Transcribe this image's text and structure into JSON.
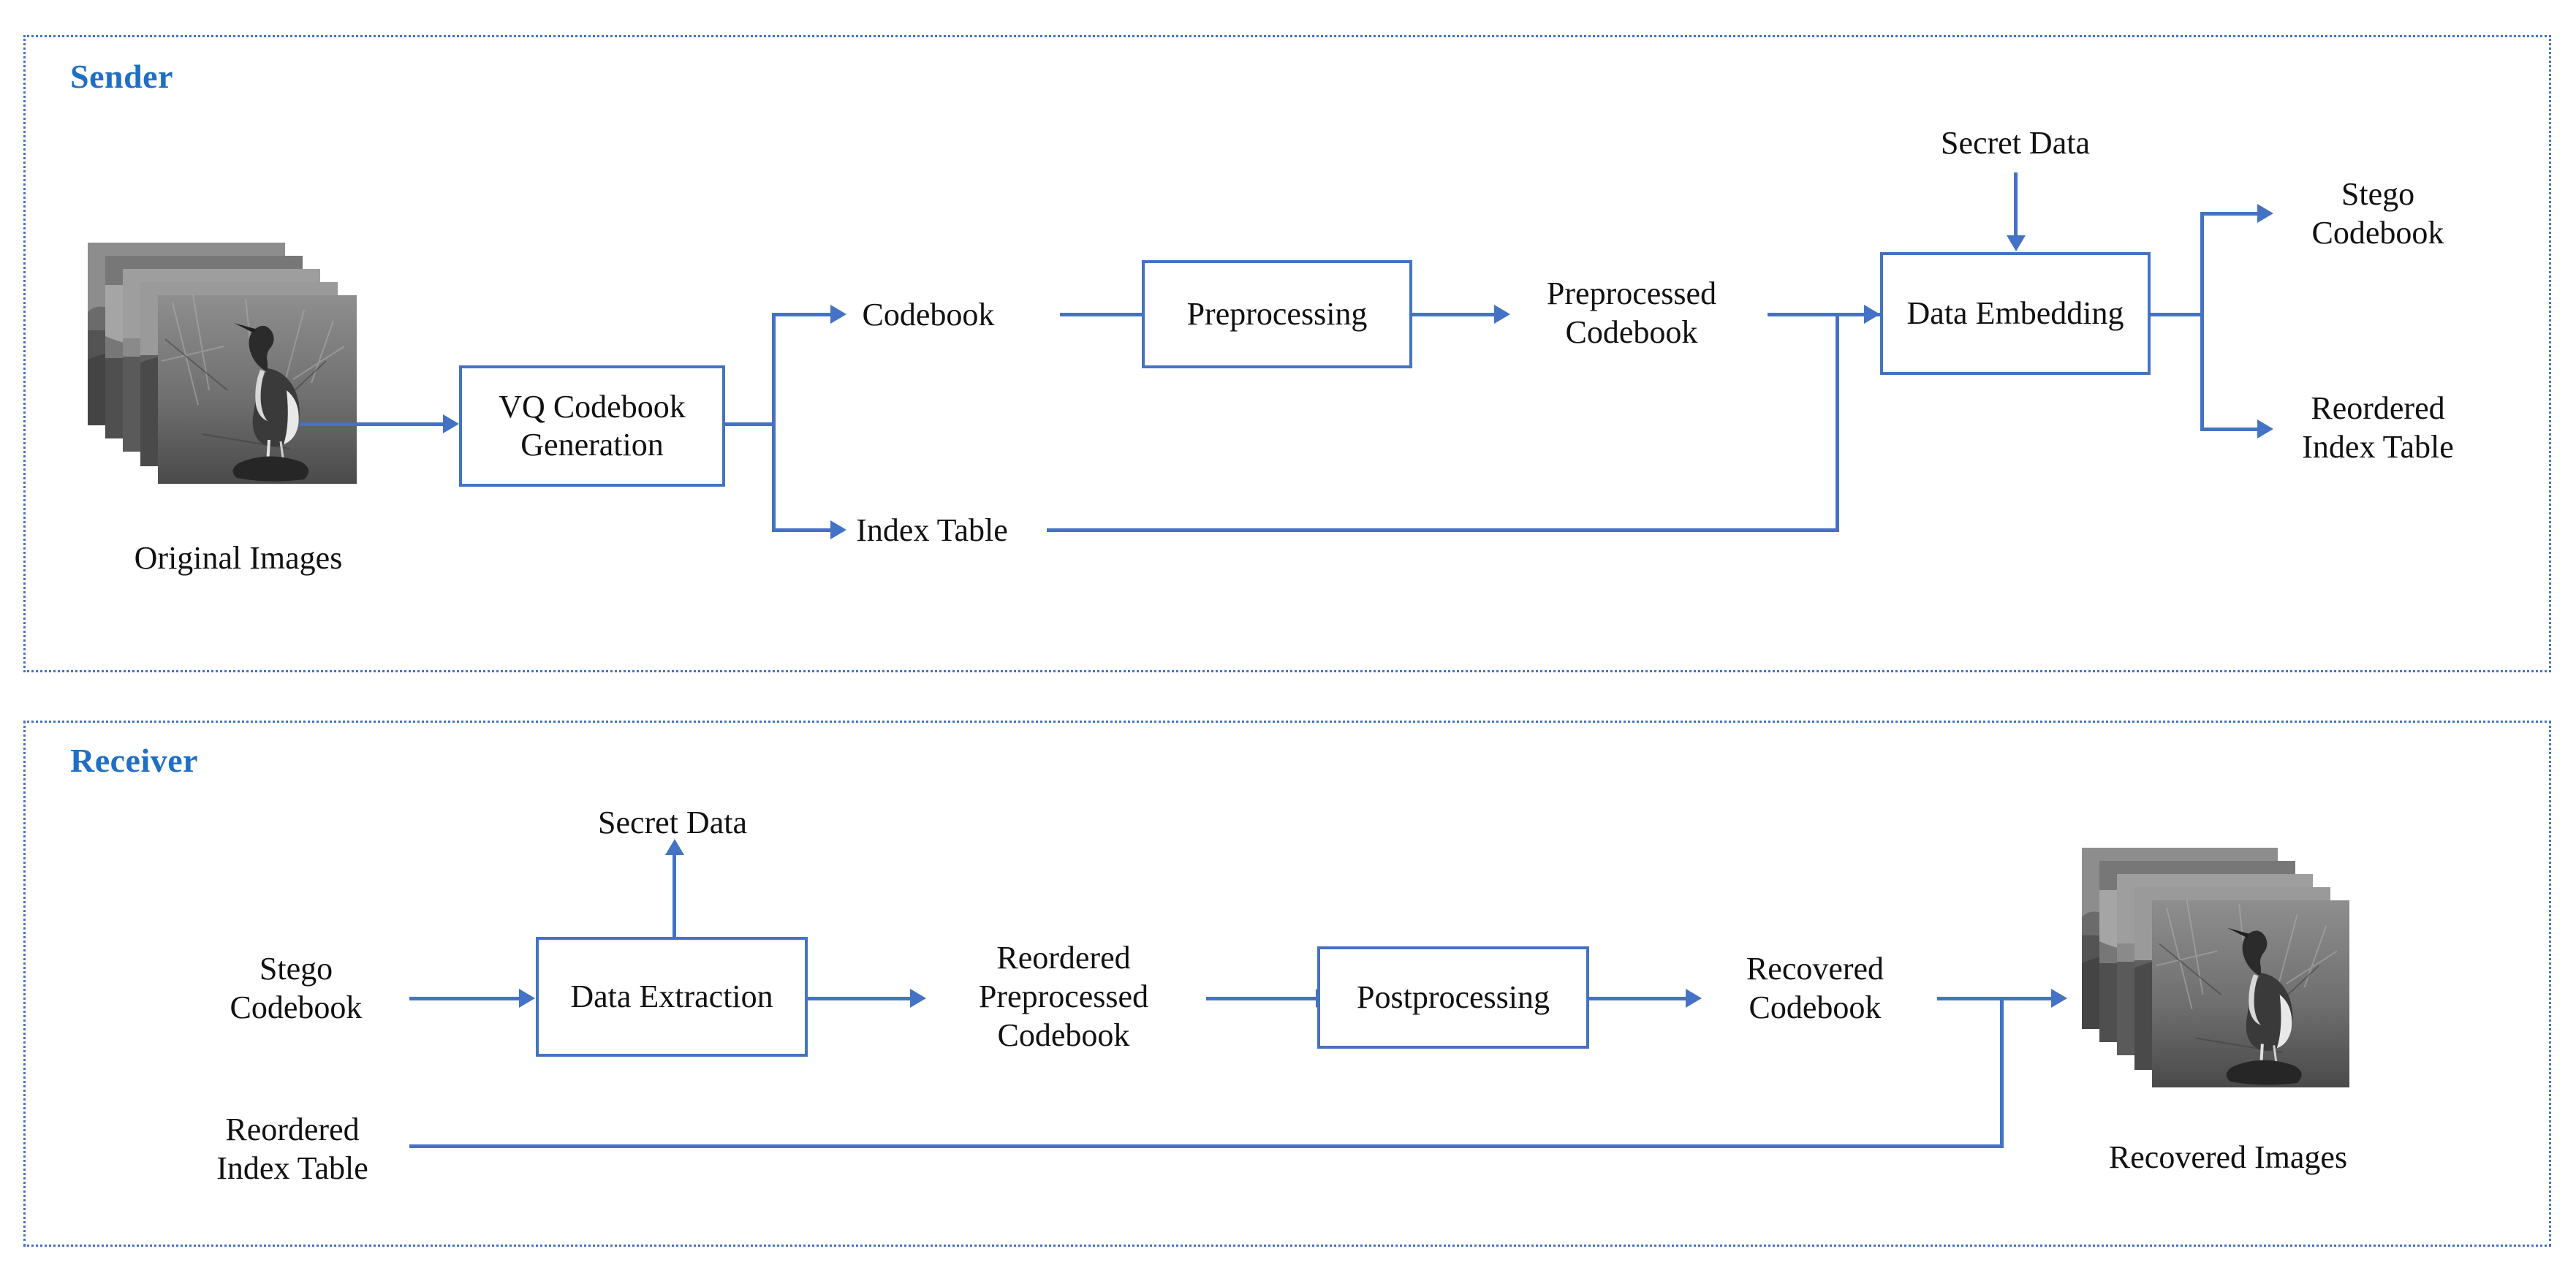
{
  "colors": {
    "accent_blue": "#4472C4",
    "title_blue": "#1F6FC4",
    "text_black": "#111111",
    "background": "#FFFFFF"
  },
  "sender": {
    "title": "Sender",
    "image_stack": {
      "caption": "Original Images",
      "sheets": 5
    },
    "boxes": [
      {
        "id": "vq-codebook-generation",
        "label": "VQ Codebook\nGeneration"
      },
      {
        "id": "preprocessing",
        "label": "Preprocessing"
      },
      {
        "id": "data-embedding",
        "label": "Data\nEmbedding"
      }
    ],
    "labels": [
      {
        "id": "codebook",
        "text": "Codebook"
      },
      {
        "id": "index-table",
        "text": "Index Table"
      },
      {
        "id": "preprocessed-codebook",
        "text": "Preprocessed\nCodebook"
      },
      {
        "id": "secret-data",
        "text": "Secret Data"
      },
      {
        "id": "stego-codebook",
        "text": "Stego\nCodebook"
      },
      {
        "id": "reordered-index-table",
        "text": "Reordered\nIndex Table"
      }
    ]
  },
  "receiver": {
    "title": "Receiver",
    "image_stack": {
      "caption": "Recovered Images",
      "sheets": 5
    },
    "boxes": [
      {
        "id": "data-extraction",
        "label": "Data\nExtraction"
      },
      {
        "id": "postprocessing",
        "label": "Postprocessing"
      }
    ],
    "labels": [
      {
        "id": "secret-data",
        "text": "Secret Data"
      },
      {
        "id": "stego-codebook",
        "text": "Stego\nCodebook"
      },
      {
        "id": "reordered-index-table",
        "text": "Reordered\nIndex Table"
      },
      {
        "id": "reordered-preprocessed-codebook",
        "text": "Reordered\nPreprocessed\nCodebook"
      },
      {
        "id": "recovered-codebook",
        "text": "Recovered\nCodebook"
      }
    ]
  }
}
